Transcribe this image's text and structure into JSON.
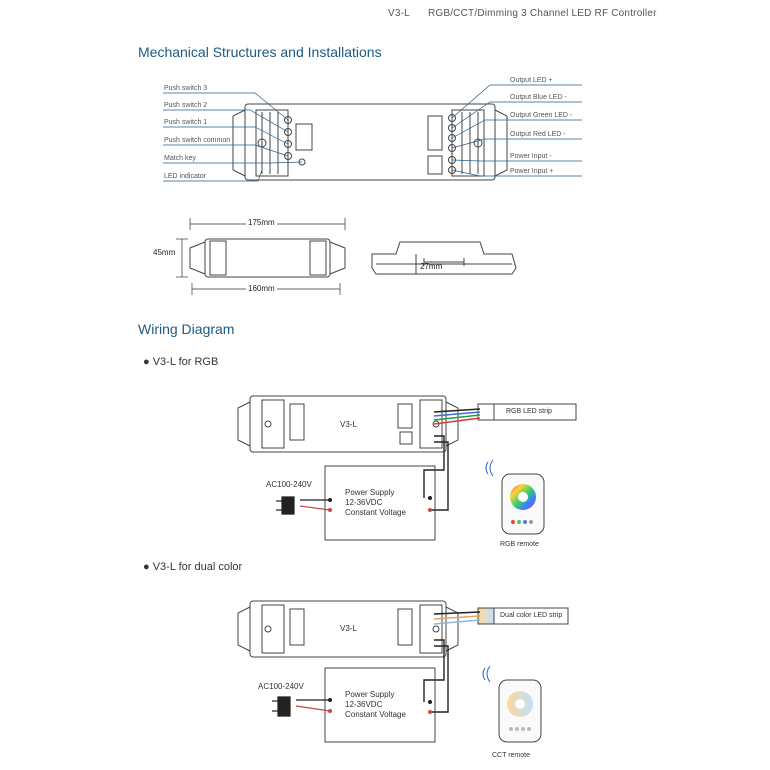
{
  "header": {
    "model": "V3-L",
    "title": "RGB/CCT/Dimming 3 Channel LED RF Controller"
  },
  "mechanical": {
    "title": "Mechanical Structures and Installations",
    "left_labels": [
      "Push switch 3",
      "Push switch 2",
      "Push switch 1",
      "Push switch common",
      "Match key",
      "LED indicator"
    ],
    "right_labels": [
      "Output LED +",
      "Output Blue LED -",
      "Output Green LED -",
      "Output Red LED -",
      "Power Input -",
      "Power Input +"
    ],
    "dims": {
      "length_outer": "175mm",
      "length_inner": "160mm",
      "width": "45mm",
      "height": "27mm"
    }
  },
  "wiring": {
    "title": "Wiring Diagram",
    "rgb": {
      "bullet": "V3-L for RGB",
      "device_label": "V3-L",
      "strip_label": "RGB LED strip",
      "ac_label": "AC100-240V",
      "psu": [
        "Power Supply",
        "12-36VDC",
        "Constant Voltage"
      ],
      "remote_label": "RGB remote"
    },
    "dual": {
      "bullet": "V3-L for dual color",
      "device_label": "V3-L",
      "strip_label": "Dual color LED strip",
      "ac_label": "AC100-240V",
      "psu": [
        "Power Supply",
        "12-36VDC",
        "Constant Voltage"
      ],
      "remote_label": "CCT remote"
    }
  }
}
